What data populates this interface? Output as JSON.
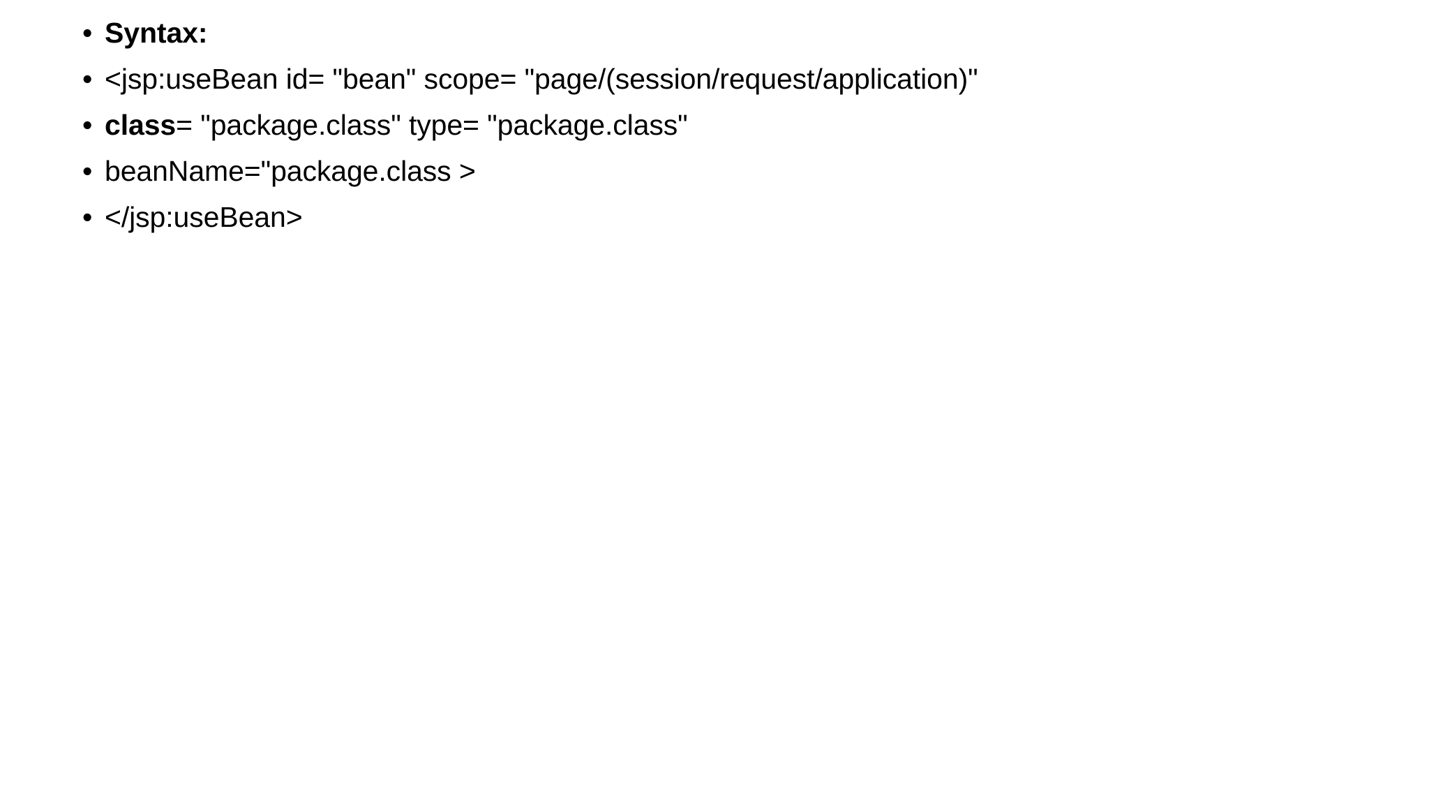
{
  "slide": {
    "background_color": "#ffffff",
    "text_color": "#000000",
    "bullet_glyph": "•",
    "content": {
      "items": [
        {
          "runs": [
            {
              "text": "Syntax:",
              "bold": true
            }
          ]
        },
        {
          "runs": [
            {
              "text": "<jsp:useBean id= \"bean\" scope= \"page/(session/request/application)\"",
              "bold": false
            }
          ]
        },
        {
          "runs": [
            {
              "text": "class",
              "bold": true
            },
            {
              "text": "= \"package.class\" type= \"package.class\"",
              "bold": false
            }
          ]
        },
        {
          "runs": [
            {
              "text": "beanName=\"package.class >",
              "bold": false
            }
          ]
        },
        {
          "runs": [
            {
              "text": "</jsp:useBean>",
              "bold": false
            }
          ]
        }
      ]
    }
  }
}
